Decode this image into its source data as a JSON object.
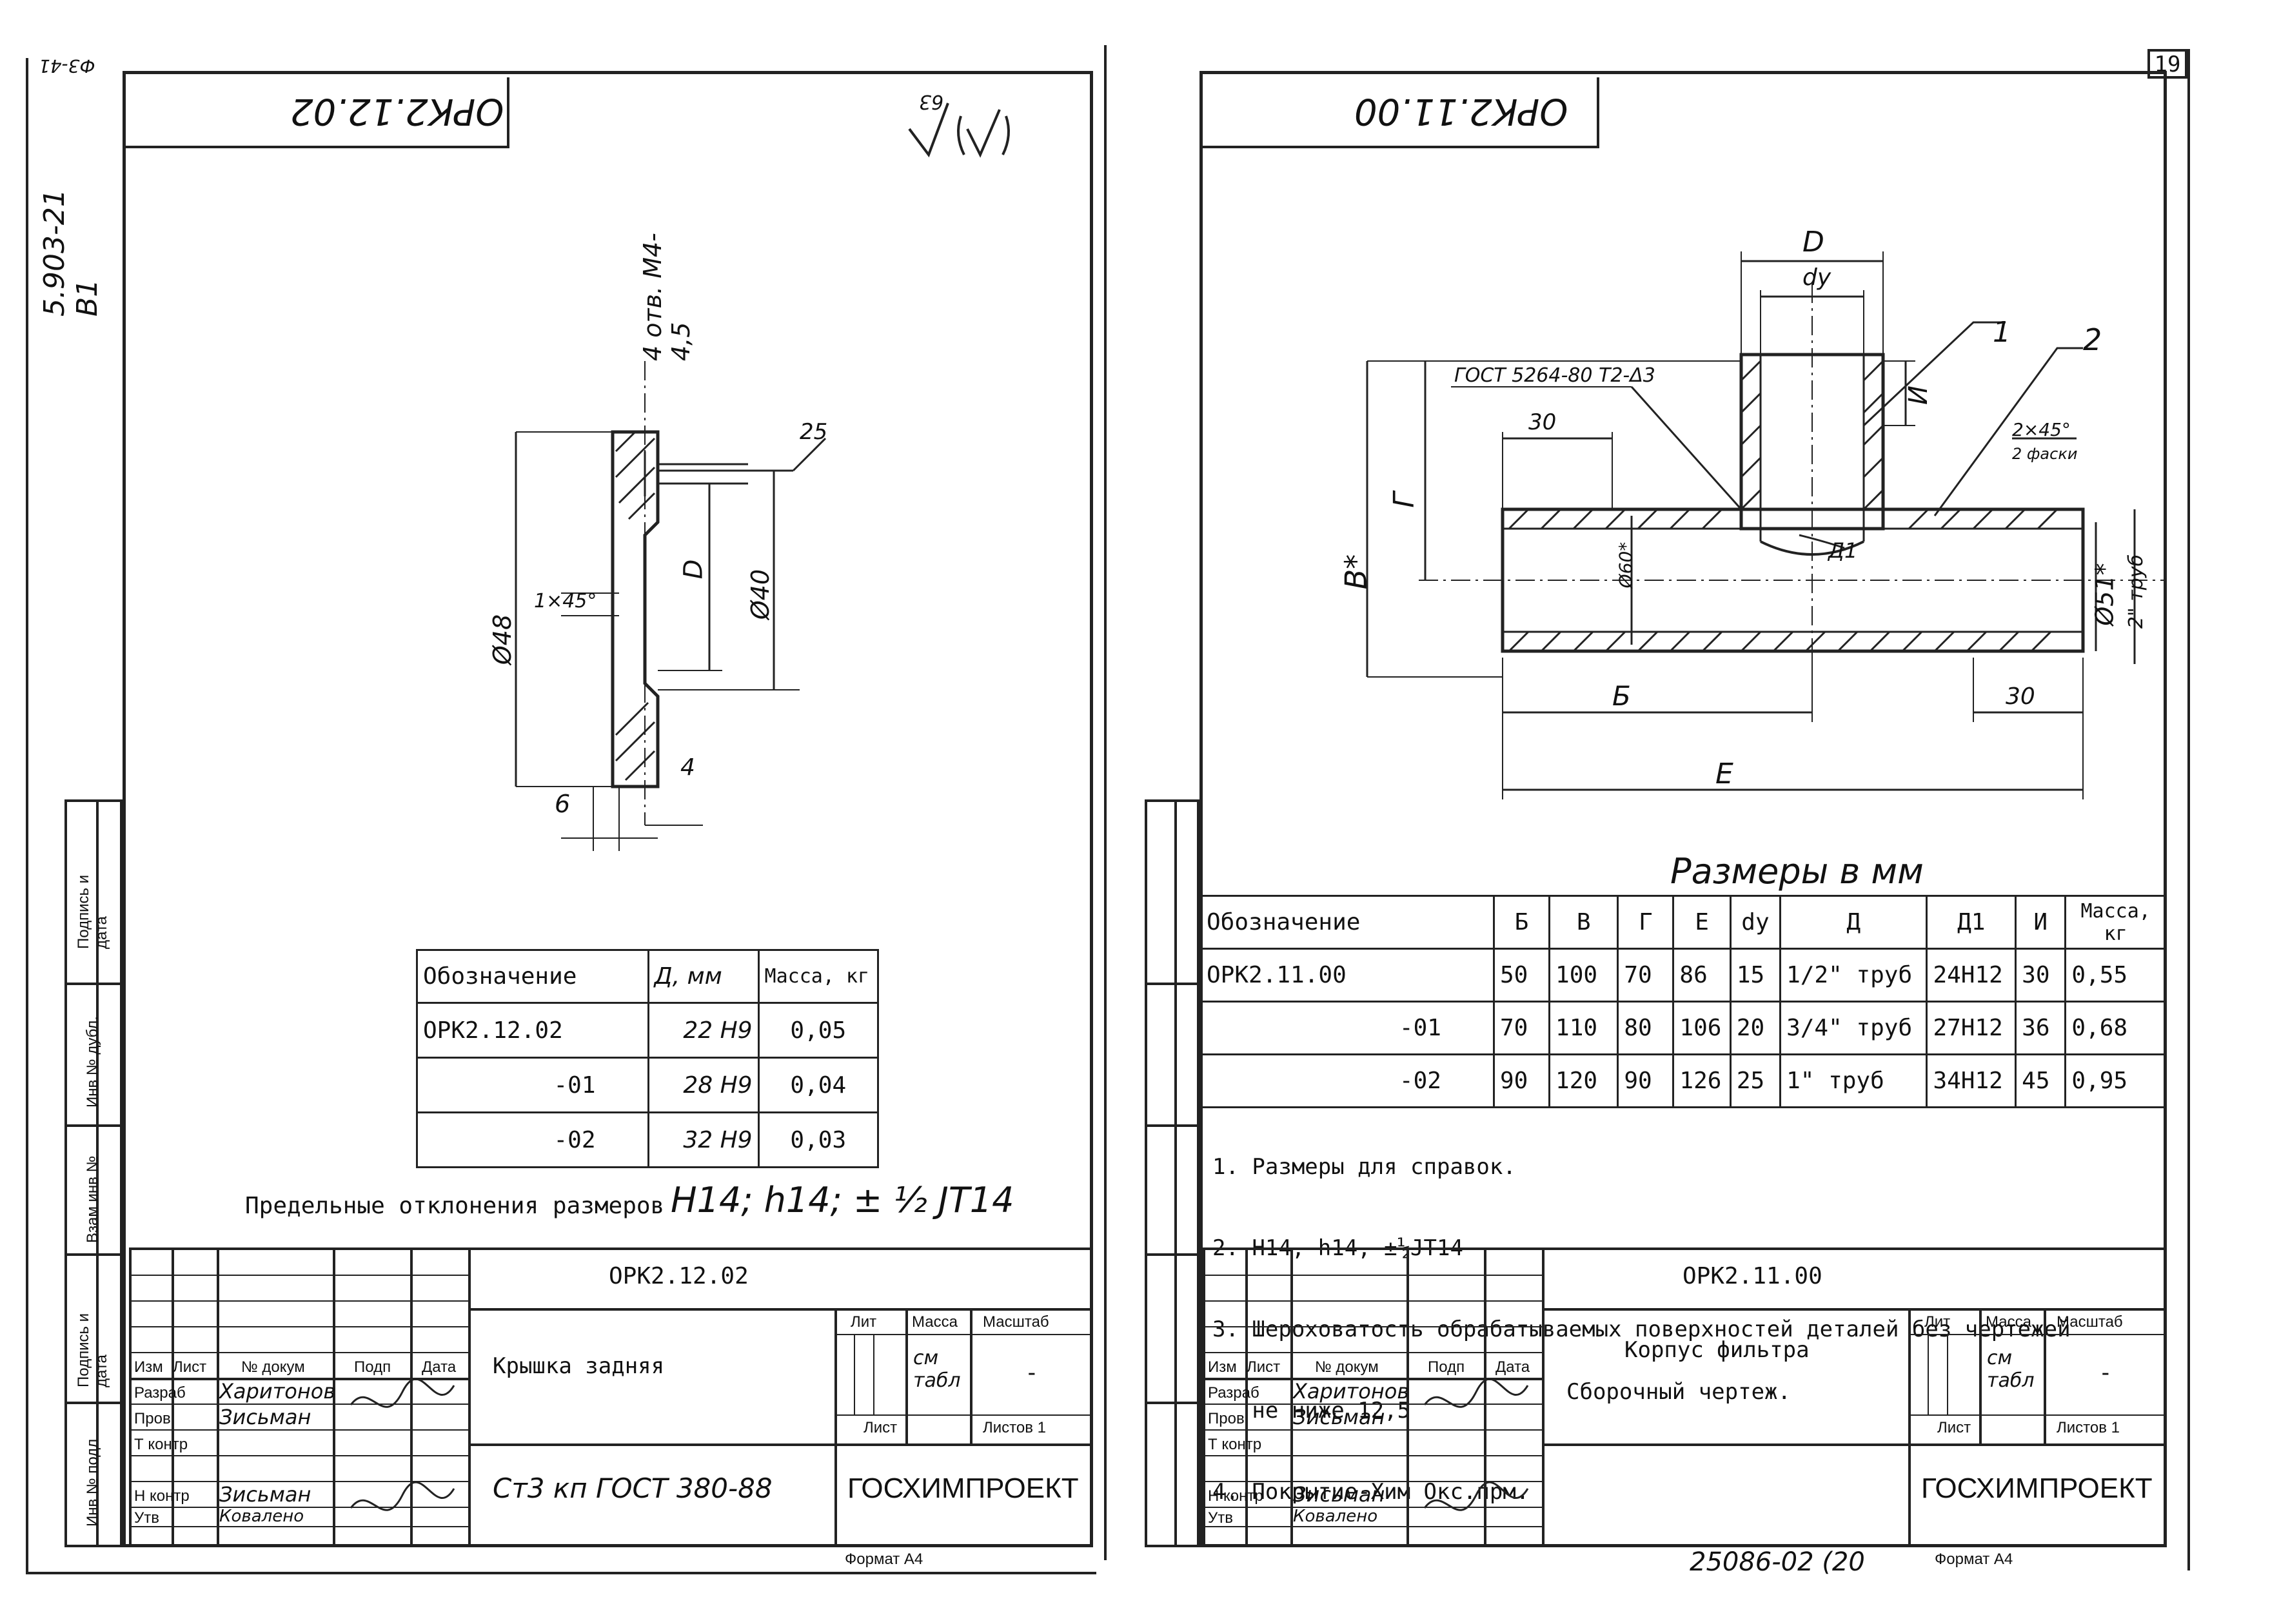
{
  "corner_code": "Ф3-41",
  "album_code": "5.903-21 В1",
  "page_number": "19",
  "left": {
    "title_box": "ОРК2.12.02",
    "roughness_symbol_value": "63",
    "dims": {
      "thread": "4 отв. М4-4,5",
      "roughness": "25",
      "d48": "Ø48",
      "chamfer": "1×45°",
      "D": "D",
      "d40": "Ø40",
      "four": "4",
      "six": "6"
    },
    "table": {
      "headers": [
        "Обозначение",
        "Д, мм",
        "Масса, кг"
      ],
      "rows": [
        [
          "ОРК2.12.02",
          "22 H9",
          "0,05"
        ],
        [
          "-01",
          "28 H9",
          "0,04"
        ],
        [
          "-02",
          "32 H9",
          "0,03"
        ]
      ]
    },
    "tolerance_label": "Предельные отклонения размеров",
    "tolerance_value": "H14; h14; ± ½ JT14",
    "stamp": {
      "code": "ОРК2.12.02",
      "name": "Крышка задняя",
      "material": "Ст3 кп ГОСТ 380-88",
      "org": "ГОСХИМПРОЕКТ",
      "col_izm": "Изм",
      "col_list": "Лист",
      "col_doc": "№ докум",
      "col_sign": "Подп",
      "col_date": "Дата",
      "razrab": "Разраб",
      "razrab_name": "Харитонов",
      "prov": "Пров",
      "prov_name": "Зисьман",
      "tkontr": "Т контр",
      "nkontr": "Н контр",
      "nkontr_name": "Зисьман",
      "utv": "Утв",
      "utv_name": "Ковалено",
      "lit": "Лит",
      "mass": "Масса",
      "scale": "Масштаб",
      "mass_value": "см табл",
      "scale_value": "-",
      "sheet": "Лист",
      "sheets": "Листов 1",
      "format": "Формат А4"
    },
    "side_labels": [
      "Подпись и дата",
      "Инв № дубл.",
      "Взам инв №",
      "Подпись и дата",
      "Инв № подл"
    ]
  },
  "right": {
    "title_box": "ОРК2.11.00",
    "dims": {
      "D": "D",
      "dy": "dy",
      "weld": "ГОСТ 5264-80 Т2-Δ3",
      "thirty": "30",
      "one": "1",
      "two": "2",
      "I": "И",
      "G": "Г",
      "B": "В*",
      "chamfer": "2×45°",
      "chamfer_note": "2 фаски",
      "d60": "Ø60*",
      "d1": "Д1",
      "d51": "Ø51*",
      "pipe": "2\" труб",
      "Bv": "Б",
      "thirty2": "30",
      "E": "Е"
    },
    "units_note": "Размеры в мм",
    "table": {
      "headers": [
        "Обозначение",
        "Б",
        "В",
        "Г",
        "Е",
        "dy",
        "Д",
        "Д1",
        "И",
        "Масса, кг"
      ],
      "rows": [
        [
          "ОРК2.11.00",
          "50",
          "100",
          "70",
          "86",
          "15",
          "1/2\" труб",
          "24Н12",
          "30",
          "0,55"
        ],
        [
          "-01",
          "70",
          "110",
          "80",
          "106",
          "20",
          "3/4\" труб",
          "27Н12",
          "36",
          "0,68"
        ],
        [
          "-02",
          "90",
          "120",
          "90",
          "126",
          "25",
          "1\" труб",
          "34Н12",
          "45",
          "0,95"
        ]
      ]
    },
    "notes": [
      "1. Размеры для справок.",
      "2. Н14, h14, ±½JT14",
      "3. Шероховатость обрабатываемых поверхностей деталей без чертежей",
      "   не ниже 12,5",
      "4. Покрытие-Хим Окс.прм."
    ],
    "stamp": {
      "code": "ОРК2.11.00",
      "name1": "Корпус фильтра",
      "name2": "Сборочный чертеж.",
      "org": "ГОСХИМПРОЕКТ",
      "col_izm": "Изм",
      "col_list": "Лист",
      "col_doc": "№ докум",
      "col_sign": "Подп",
      "col_date": "Дата",
      "razrab": "Разраб",
      "razrab_name": "Харитонов",
      "prov": "Пров",
      "prov_name": "Зисьман",
      "tkontr": "Т контр",
      "nkontr": "Н контр",
      "nkontr_name": "Зисьман",
      "utv": "Утв",
      "utv_name": "Ковалено",
      "lit": "Лит",
      "mass": "Масса",
      "scale": "Масштаб",
      "mass_value": "см табл",
      "scale_value": "-",
      "sheet": "Лист",
      "sheets": "Листов 1",
      "format": "Формат А4"
    },
    "bottom_code": "25086-02 (20"
  }
}
